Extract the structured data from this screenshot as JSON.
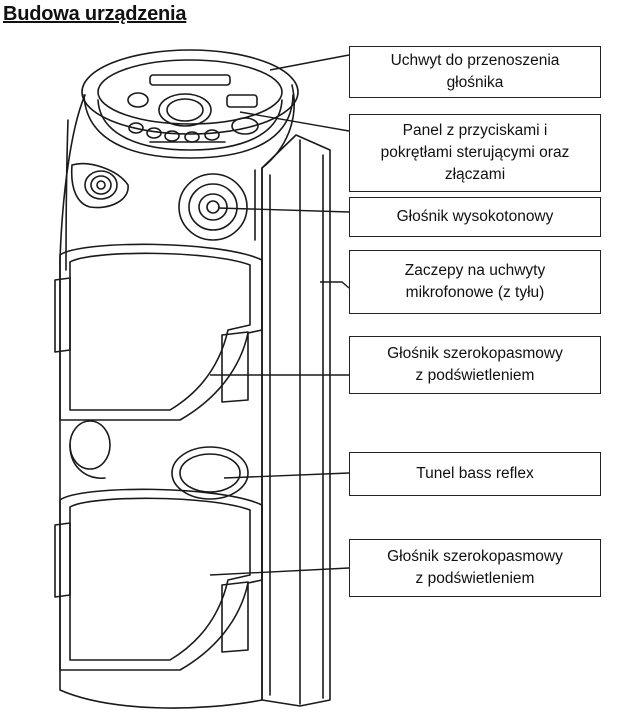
{
  "title": "Budowa urządzenia",
  "callouts": [
    {
      "text": "Uchwyt do przenoszenia\ngłośnika"
    },
    {
      "text": "Panel z przyciskami i\npokrętłami sterującymi oraz\nzłączami"
    },
    {
      "text": "Głośnik wysokotonowy"
    },
    {
      "text": "Zaczepy na uchwyty\nmikrofonowe (z tyłu)"
    },
    {
      "text": "Głośnik szerokopasmowy\nz podświetleniem"
    },
    {
      "text": "Tunel bass reflex"
    },
    {
      "text": "Głośnik szerokopasmowy\nz podświetleniem"
    }
  ]
}
